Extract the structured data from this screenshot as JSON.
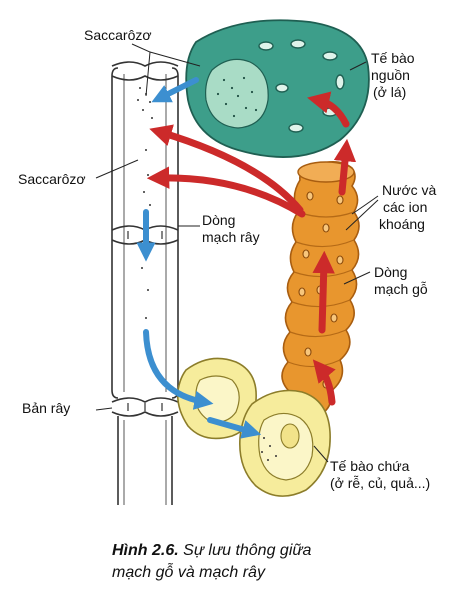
{
  "labels": {
    "sucrose_top": "Saccarôzơ",
    "sucrose_left": "Saccarôzơ",
    "source_cell_1": "Tế bào",
    "source_cell_2": "nguồn",
    "source_cell_3": "(ở lá)",
    "water_ions_1": "Nước và",
    "water_ions_2": "các ion",
    "water_ions_3": "khoáng",
    "phloem_flow_1": "Dòng",
    "phloem_flow_2": "mạch rây",
    "xylem_flow_1": "Dòng",
    "xylem_flow_2": "mạch gỗ",
    "sieve_plate": "Bản rây",
    "storage_cell_1": "Tế bào chứa",
    "storage_cell_2": "(ở rễ, củ, quả...)"
  },
  "caption": {
    "number": "Hình 2.6.",
    "line1": "Sự lưu thông giữa",
    "line2": "mạch gỗ và mạch rây"
  },
  "colors": {
    "source_cell": "#3d9e8a",
    "source_cell_inner": "#a9dcc6",
    "xylem": "#e8962e",
    "storage_cell": "#f6ec9c",
    "phloem_arrow": "#3c8fd0",
    "xylem_arrow": "#d03030"
  }
}
